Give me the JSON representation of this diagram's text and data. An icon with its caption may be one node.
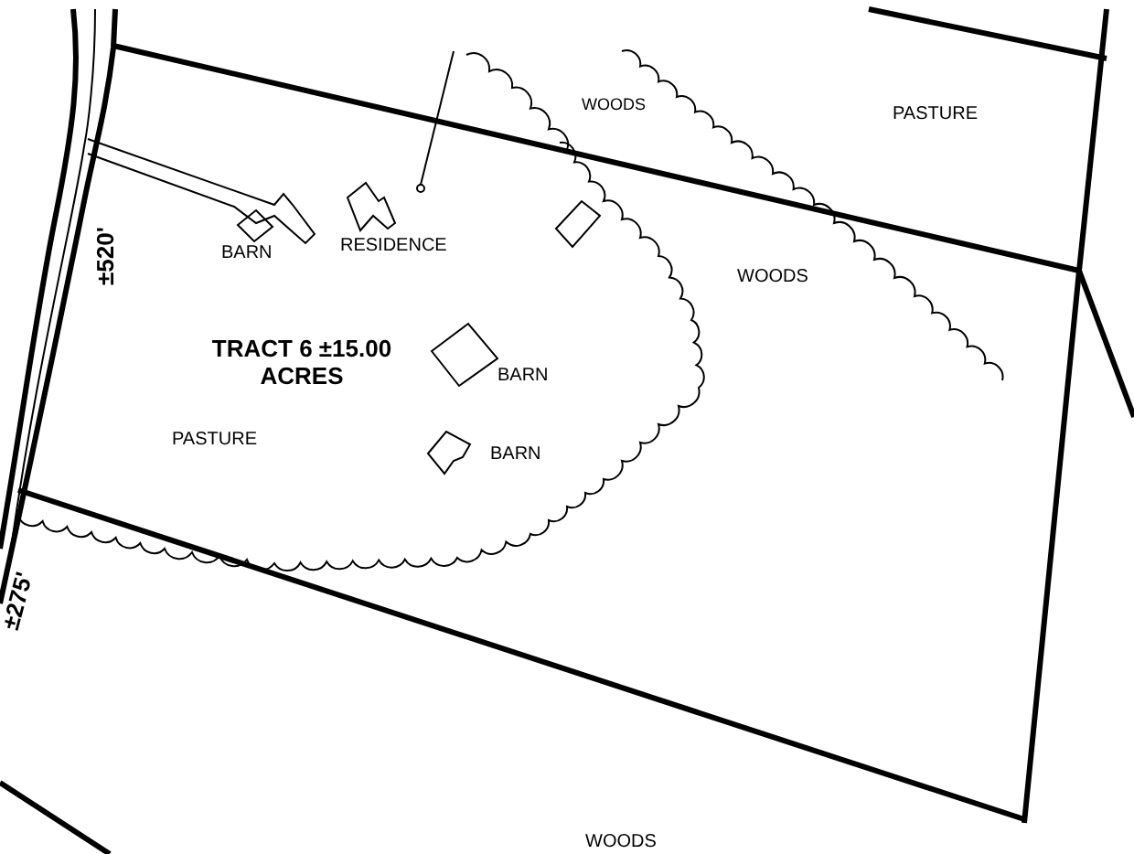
{
  "diagram": {
    "labels": [
      "WOODS",
      "PASTURE",
      "BARN",
      "RESIDENCE",
      "±520'",
      "WOODS",
      "TRACT 6 ±15.00 ACRES",
      "BARN",
      "PASTURE",
      "BARN",
      "±275'",
      "WOODS"
    ]
  }
}
